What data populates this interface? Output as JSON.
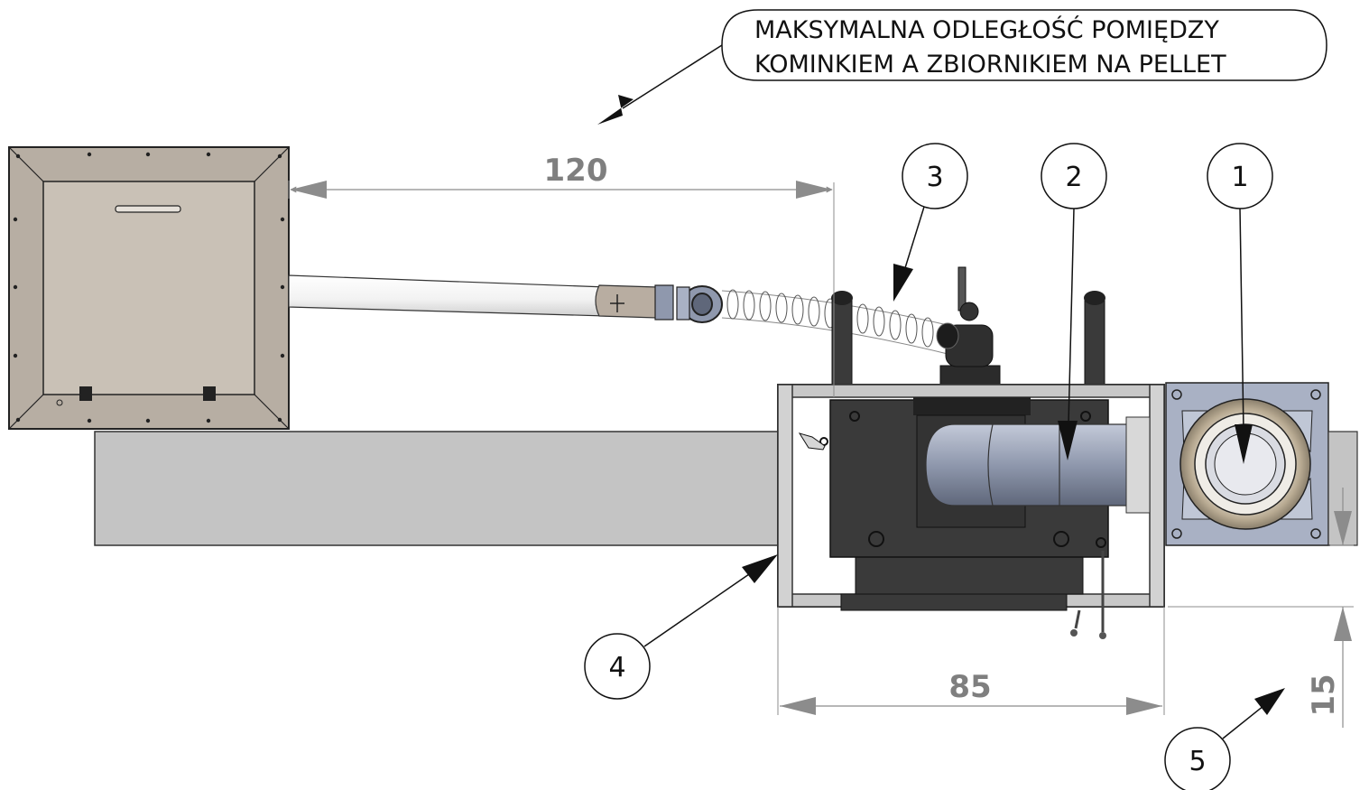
{
  "note": {
    "line1": "MAKSYMALNA ODLEGŁOŚĆ POMIĘDZY",
    "line2": "KOMINKIEM A ZBIORNIKIEM NA PELLET"
  },
  "dimensions": {
    "hopper_to_burner": "120",
    "frame_width": "85",
    "offset": "15"
  },
  "callouts": [
    "1",
    "2",
    "3",
    "4",
    "5"
  ],
  "colors": {
    "hopper": "#c9c1b6",
    "hopper_frame": "#b7aea3",
    "beam": "#c4c4c4",
    "burner_body": "#3a3a3a",
    "tube": "#9aa3b8",
    "flange": "#a9b1c4",
    "dimension": "#8c8c8c"
  }
}
